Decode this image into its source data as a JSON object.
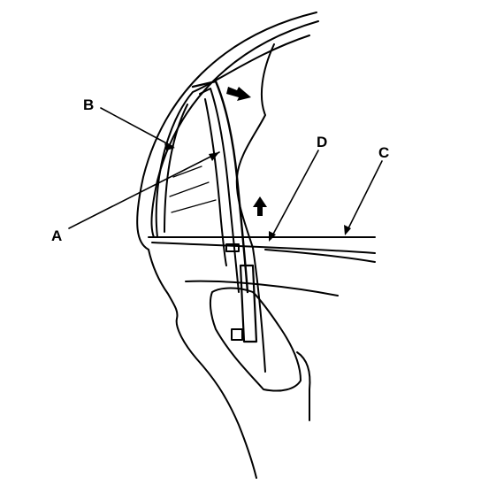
{
  "callouts": {
    "a": "A",
    "b": "B",
    "c": "C",
    "d": "D"
  },
  "colors": {
    "line": "#000000",
    "background": "#ffffff"
  },
  "icons": {
    "arrow_out": "push-out-arrow-icon",
    "arrow_up": "lift-up-arrow-icon"
  }
}
